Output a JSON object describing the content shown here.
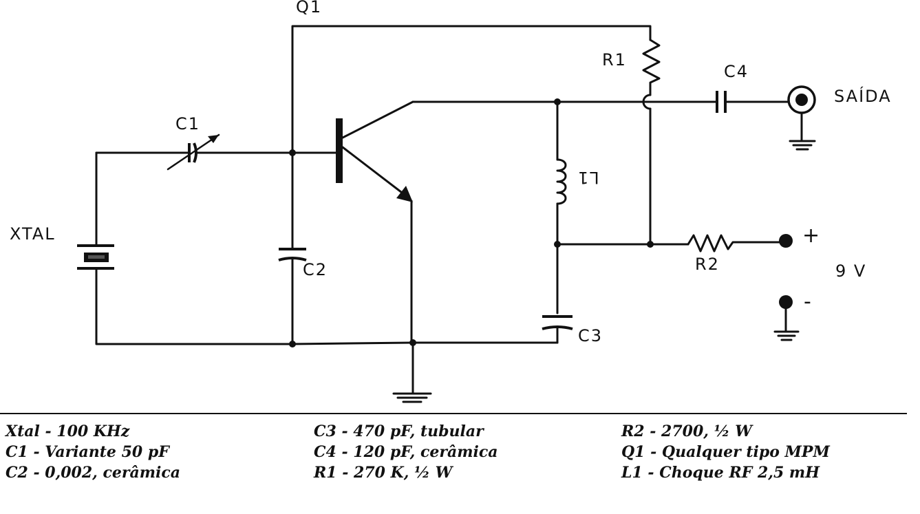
{
  "labels": {
    "q1": "Q1",
    "r1": "R1",
    "c4": "C4",
    "saida": "SAÍDA",
    "c1": "C1",
    "xtal": "XTAL",
    "c2": "C2",
    "l1": "L1",
    "r2": "R2",
    "plus": "+",
    "volt": "9 V",
    "minus": "-",
    "c3": "C3"
  },
  "parts_list": {
    "col1": [
      "Xtal - 100 KHz",
      "C1 - Variante 50 pF",
      "C2 - 0,002, cerâmica"
    ],
    "col2": [
      "C3 - 470 pF, tubular",
      "C4 - 120 pF, cerâmica",
      "R1 - 270 K, ½ W"
    ],
    "col3": [
      "R2 - 2700, ½ W",
      "Q1 - Qualquer tipo MPM",
      "L1 - Choque RF 2,5 mH"
    ]
  }
}
